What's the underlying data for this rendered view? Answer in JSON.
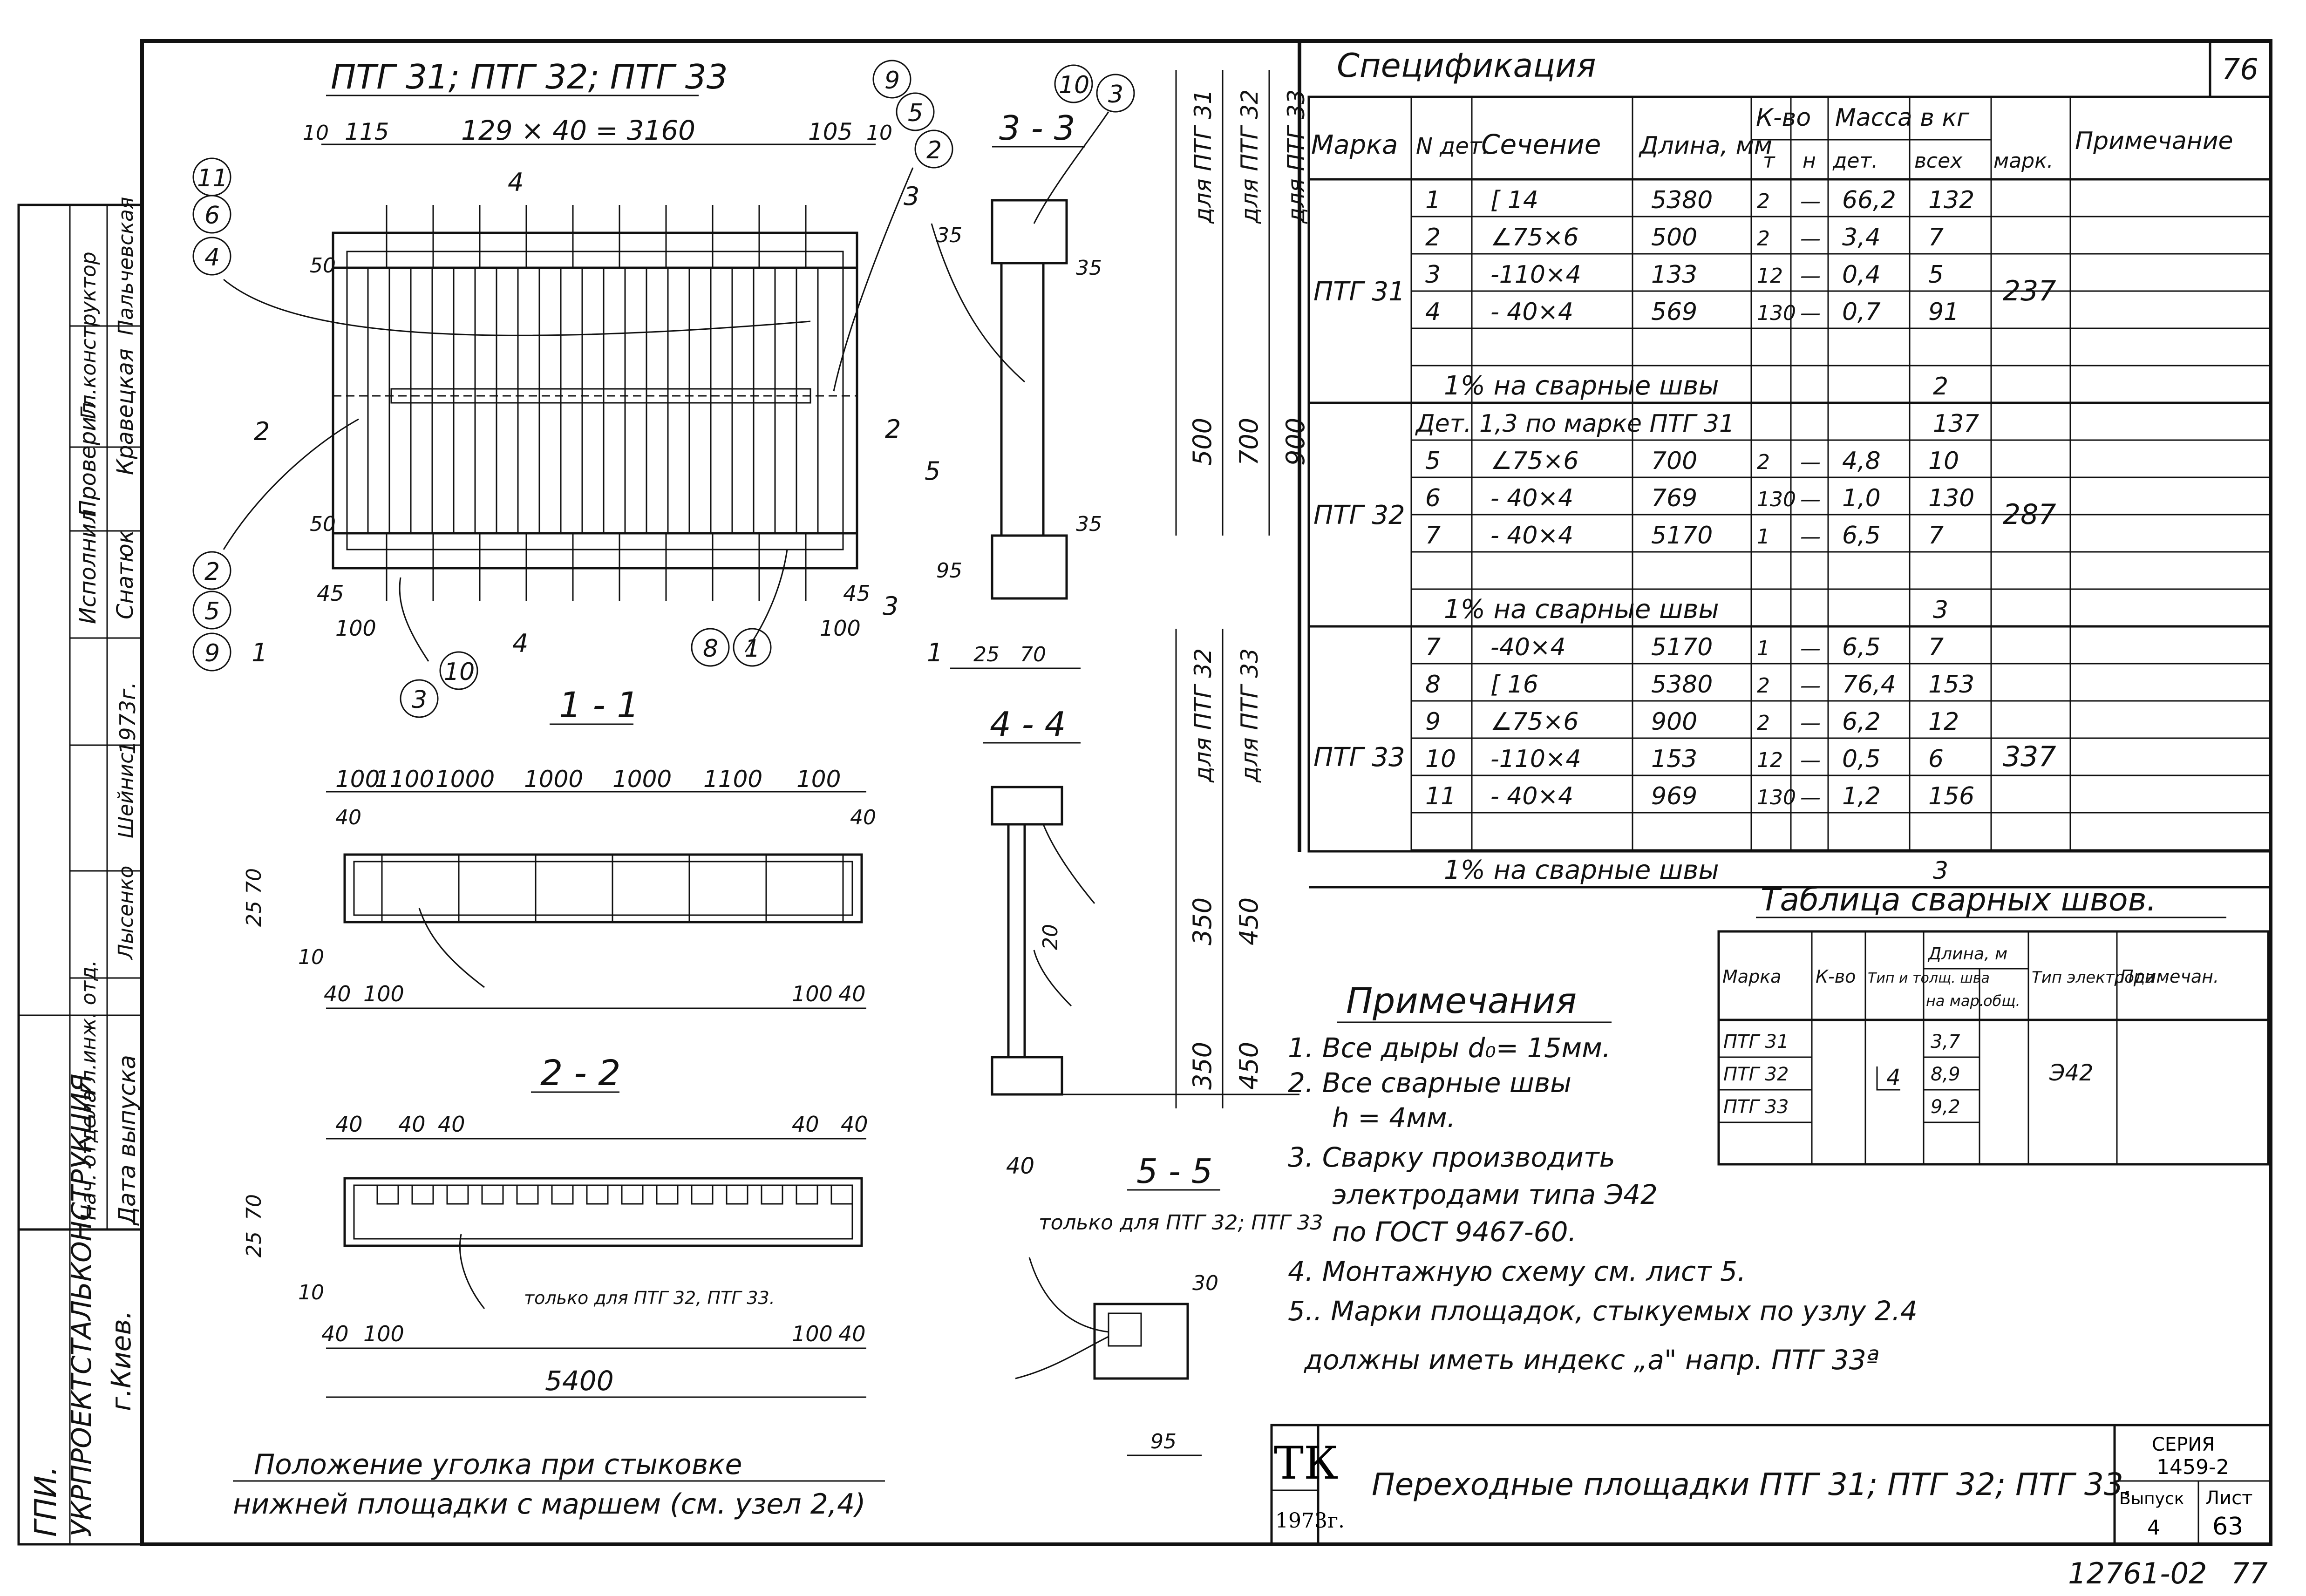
{
  "sheet": {
    "page_number": "76",
    "doc_code": "12761-02",
    "doc_code_suffix": "77"
  },
  "views": {
    "plan_title": "ПТГ 31; ПТГ 32; ПТГ 33",
    "section_1_1": "1 - 1",
    "section_2_2": "2 - 2",
    "section_3_3": "3 - 3",
    "section_4_4": "4 - 4",
    "section_5_5": "5 - 5",
    "plan_dim_top": "129 × 40 = 3160",
    "plan_dim_left": "115",
    "plan_dim_right": "105",
    "plan_dim_edge": "10",
    "plan_dim_small_50": "50",
    "plan_dim_45": "45",
    "plan_dim_100": "100",
    "overall_length": "5400",
    "sec11_dims": [
      "100",
      "1100",
      "1000",
      "1000",
      "1000",
      "1100",
      "100"
    ],
    "sec_dim_40": "40",
    "sec_dim_25": "25",
    "sec_dim_70": "70",
    "sec_dim_10": "10",
    "sec22_top": [
      "40",
      "40",
      "40"
    ],
    "sec33_dims": [
      "35",
      "35",
      "95",
      "35",
      "25",
      "70",
      "500",
      "700",
      "900"
    ],
    "sec33_labels": [
      "для ПТГ 31",
      "для ПТГ 32",
      "для ПТГ 33"
    ],
    "sec44_dims": [
      "350",
      "450",
      "350",
      "450",
      "20",
      "40"
    ],
    "sec44_labels": [
      "для ПТГ 32",
      "для ПТГ 33"
    ],
    "sec55_note": "только для ПТГ 32; ПТГ 33",
    "sec55_dims": [
      "30",
      "95"
    ],
    "sec22_note": "только для ПТГ 32, ПТГ 33.",
    "callouts_plan": [
      "11",
      "6",
      "4",
      "2",
      "5",
      "9",
      "3",
      "10",
      "8",
      "1",
      "9",
      "5",
      "2",
      "10",
      "3"
    ],
    "section_marks": [
      "1",
      "2",
      "3",
      "4",
      "5"
    ],
    "weld_mark": "4",
    "angle_caption_1": "Положение уголка при стыковке",
    "angle_caption_2": "нижней площадки с маршем (см. узел 2,4)"
  },
  "spec": {
    "title": "Спецификация",
    "headers": {
      "mark": "Марка",
      "det": "N дет.",
      "section": "Сечение",
      "length": "Длина, мм",
      "qty": "К-во",
      "qty_t": "т",
      "qty_n": "н",
      "mass": "Масса в кг",
      "mass_det": "дет.",
      "mass_all": "всех",
      "mass_mark": "марк.",
      "note": "Примечание"
    },
    "groups": [
      {
        "mark": "ПТГ 31",
        "total": "237",
        "rows": [
          {
            "det": "1",
            "section": "[ 14",
            "length": "5380",
            "t": "2",
            "n": "—",
            "m_det": "66,2",
            "m_all": "132"
          },
          {
            "det": "2",
            "section": "∠75×6",
            "length": "500",
            "t": "2",
            "n": "—",
            "m_det": "3,4",
            "m_all": "7"
          },
          {
            "det": "3",
            "section": "-110×4",
            "length": "133",
            "t": "12",
            "n": "—",
            "m_det": "0,4",
            "m_all": "5"
          },
          {
            "det": "4",
            "section": "- 40×4",
            "length": "569",
            "t": "130",
            "n": "—",
            "m_det": "0,7",
            "m_all": "91"
          }
        ],
        "weld_text": "1% на сварные швы",
        "weld_val": "2"
      },
      {
        "mark": "ПТГ 32",
        "total": "287",
        "header_row": "Дет. 1,3 по марке ПТГ 31",
        "header_val": "137",
        "rows": [
          {
            "det": "5",
            "section": "∠75×6",
            "length": "700",
            "t": "2",
            "n": "—",
            "m_det": "4,8",
            "m_all": "10"
          },
          {
            "det": "6",
            "section": "- 40×4",
            "length": "769",
            "t": "130",
            "n": "—",
            "m_det": "1,0",
            "m_all": "130"
          },
          {
            "det": "7",
            "section": "- 40×4",
            "length": "5170",
            "t": "1",
            "n": "—",
            "m_det": "6,5",
            "m_all": "7"
          }
        ],
        "weld_text": "1% на сварные швы",
        "weld_val": "3"
      },
      {
        "mark": "ПТГ 33",
        "total": "337",
        "rows": [
          {
            "det": "7",
            "section": "-40×4",
            "length": "5170",
            "t": "1",
            "n": "—",
            "m_det": "6,5",
            "m_all": "7"
          },
          {
            "det": "8",
            "section": "[ 16",
            "length": "5380",
            "t": "2",
            "n": "—",
            "m_det": "76,4",
            "m_all": "153"
          },
          {
            "det": "9",
            "section": "∠75×6",
            "length": "900",
            "t": "2",
            "n": "—",
            "m_det": "6,2",
            "m_all": "12"
          },
          {
            "det": "10",
            "section": "-110×4",
            "length": "153",
            "t": "12",
            "n": "—",
            "m_det": "0,5",
            "m_all": "6"
          },
          {
            "det": "11",
            "section": "- 40×4",
            "length": "969",
            "t": "130",
            "n": "—",
            "m_det": "1,2",
            "m_all": "156"
          }
        ],
        "weld_text": "1% на сварные швы",
        "weld_val": "3"
      }
    ]
  },
  "weld_table": {
    "title": "Таблица сварных швов.",
    "headers": [
      "Марка",
      "К-во",
      "Тип и толщ. шва",
      "Длина, м на мар.",
      "общ.",
      "Тип электрода",
      "Примечан."
    ],
    "h_mark": "Марка",
    "h_qty": "К-во",
    "h_type": "Тип и толщ. шва",
    "h_len": "Длина, м",
    "h_len_mar": "на мар.",
    "h_len_all": "общ.",
    "h_electrode": "Тип электрода",
    "h_note": "Примечан.",
    "rows": [
      {
        "mark": "ПТГ 31",
        "len": "3,7"
      },
      {
        "mark": "ПТГ 32",
        "len": "8,9"
      },
      {
        "mark": "ПТГ 33",
        "len": "9,2"
      }
    ],
    "weld_size": "4",
    "electrode": "Э42"
  },
  "notes": {
    "title": "Примечания",
    "items": [
      "1. Все дыры d₀= 15мм.",
      "2. Все сварные швы",
      "h = 4мм.",
      "3. Сварку производить",
      "электродами типа Э42",
      "по ГОСТ 9467-60.",
      "4. Монтажную схему см. лист 5.",
      "5.. Марки площадок, стыкуемых по узлу 2.4",
      "должны иметь индекс „а\" напр. ПТГ 33ª"
    ]
  },
  "title_block": {
    "tk": "ТК",
    "year": "1973г.",
    "drawing_name": "Переходные площадки ПТГ 31; ПТГ 32; ПТГ 33.",
    "series_label": "СЕРИЯ",
    "series_value": "1459-2",
    "issue_label": "Выпуск",
    "issue_value": "4",
    "sheet_label": "Лист",
    "sheet_value": "63"
  },
  "side_stamp": {
    "org_1": "ГПИ.",
    "org_2": "УКРПРОЕКТСТАЛЬКОНСТРУКЦИЯ",
    "org_3": "г.Киев.",
    "date_label": "Дата выпуска",
    "year": "1973г.",
    "roles": [
      "Исполнил",
      "Проверил",
      "Гл.конструктор",
      "Гл.инж. отд.",
      "Нач. отдела"
    ],
    "names": [
      "Снатюк",
      "Кравецкая",
      "Пальчевская",
      "Шейнис",
      "Лысенко"
    ]
  }
}
